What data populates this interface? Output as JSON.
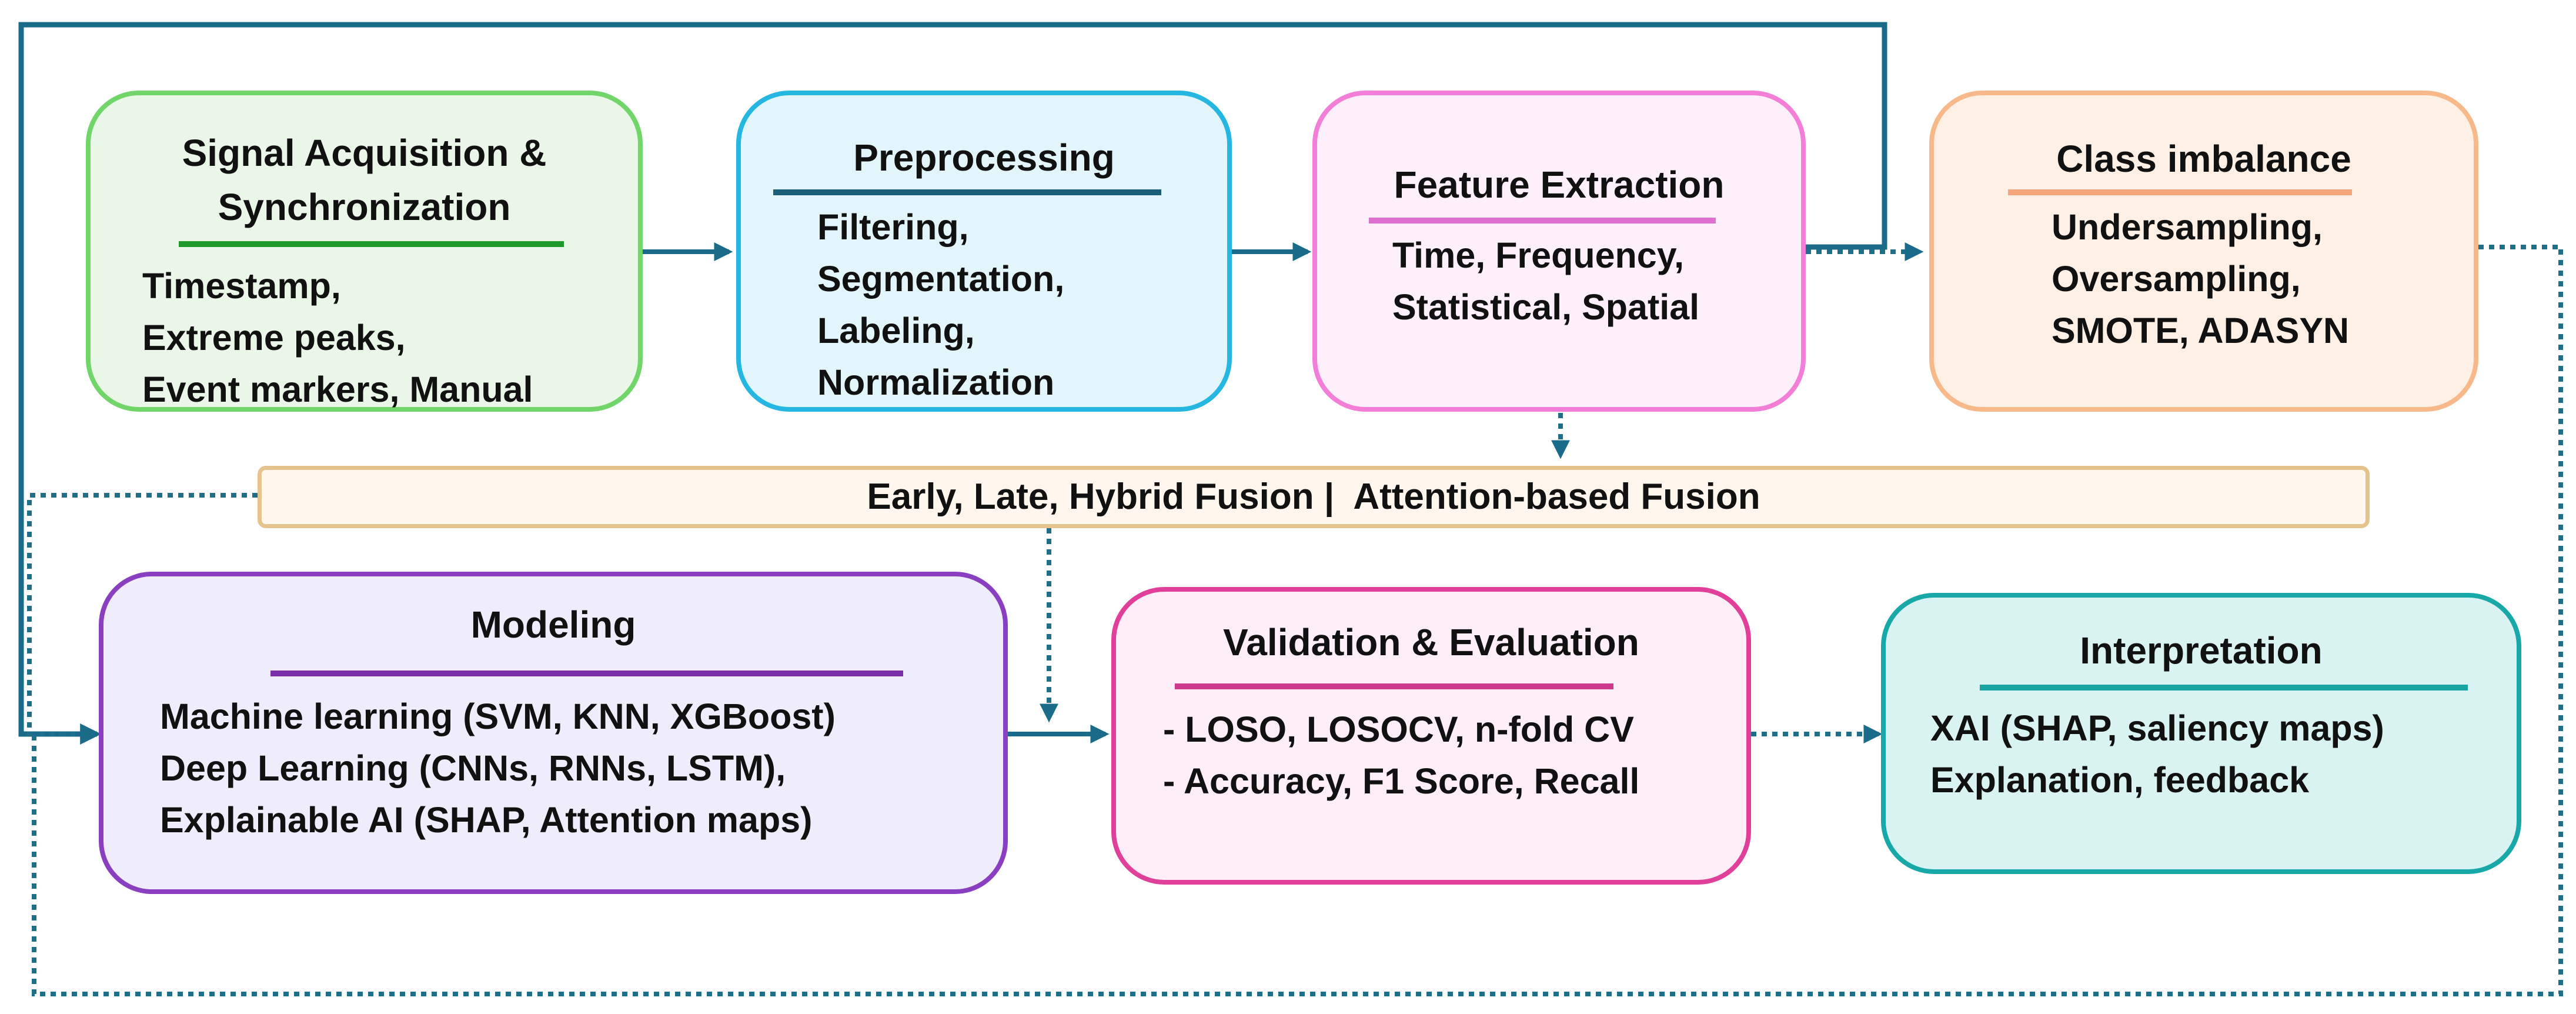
{
  "colors": {
    "arrow_main": "#1a6b8a",
    "arrow_feedback": "#1f6f8b"
  },
  "boxes": {
    "signal": {
      "title_lines": [
        "Signal Acquisition &",
        "Synchronization"
      ],
      "items": [
        "Timestamp,",
        "Extreme peaks,",
        "Event markers, Manual"
      ],
      "border": "#72d56a",
      "fill": "#eaf7e8",
      "rule": "#1d9a2a"
    },
    "preprocessing": {
      "title": "Preprocessing",
      "items": [
        "Filtering,",
        "Segmentation,",
        "Labeling,",
        "Normalization"
      ],
      "border": "#25b7e2",
      "fill": "#e2f5fb",
      "rule": "#1b5e7a"
    },
    "feature": {
      "title": "Feature Extraction",
      "items": [
        "Time, Frequency,",
        "Statistical, Spatial"
      ],
      "border": "#f27ed8",
      "fill": "#fdf0fb",
      "rule": "#e070d0"
    },
    "imbalance": {
      "title": "Class imbalance",
      "items": [
        "Undersampling,",
        "Oversampling,",
        "SMOTE, ADASYN"
      ],
      "border": "#f8b98a",
      "fill": "#fff0e6",
      "rule": "#f5a67a"
    },
    "modeling": {
      "title": "Modeling",
      "items": [
        "Machine learning (SVM, KNN, XGBoost)",
        "Deep Learning (CNNs, RNNs, LSTM),",
        "Explainable AI (SHAP, Attention maps)"
      ],
      "border": "#8a3fc0",
      "fill": "#efecfb",
      "rule": "#7a2ea8"
    },
    "validation": {
      "title": "Validation & Evaluation",
      "items": [
        "- LOSO, LOSOCV, n-fold CV",
        "- Accuracy, F1 Score, Recall"
      ],
      "border": "#e0409a",
      "fill": "#fdeef7",
      "rule": "#d03a8c"
    },
    "interpretation": {
      "title": "Interpretation",
      "items": [
        "XAI (SHAP, saliency maps)",
        "Explanation, feedback"
      ],
      "border": "#18a8a8",
      "fill": "#d8f3f1",
      "rule": "#1aa3a3"
    }
  },
  "fusion": {
    "text": "Early, Late, Hybrid Fusion |  Attention-based Fusion"
  }
}
